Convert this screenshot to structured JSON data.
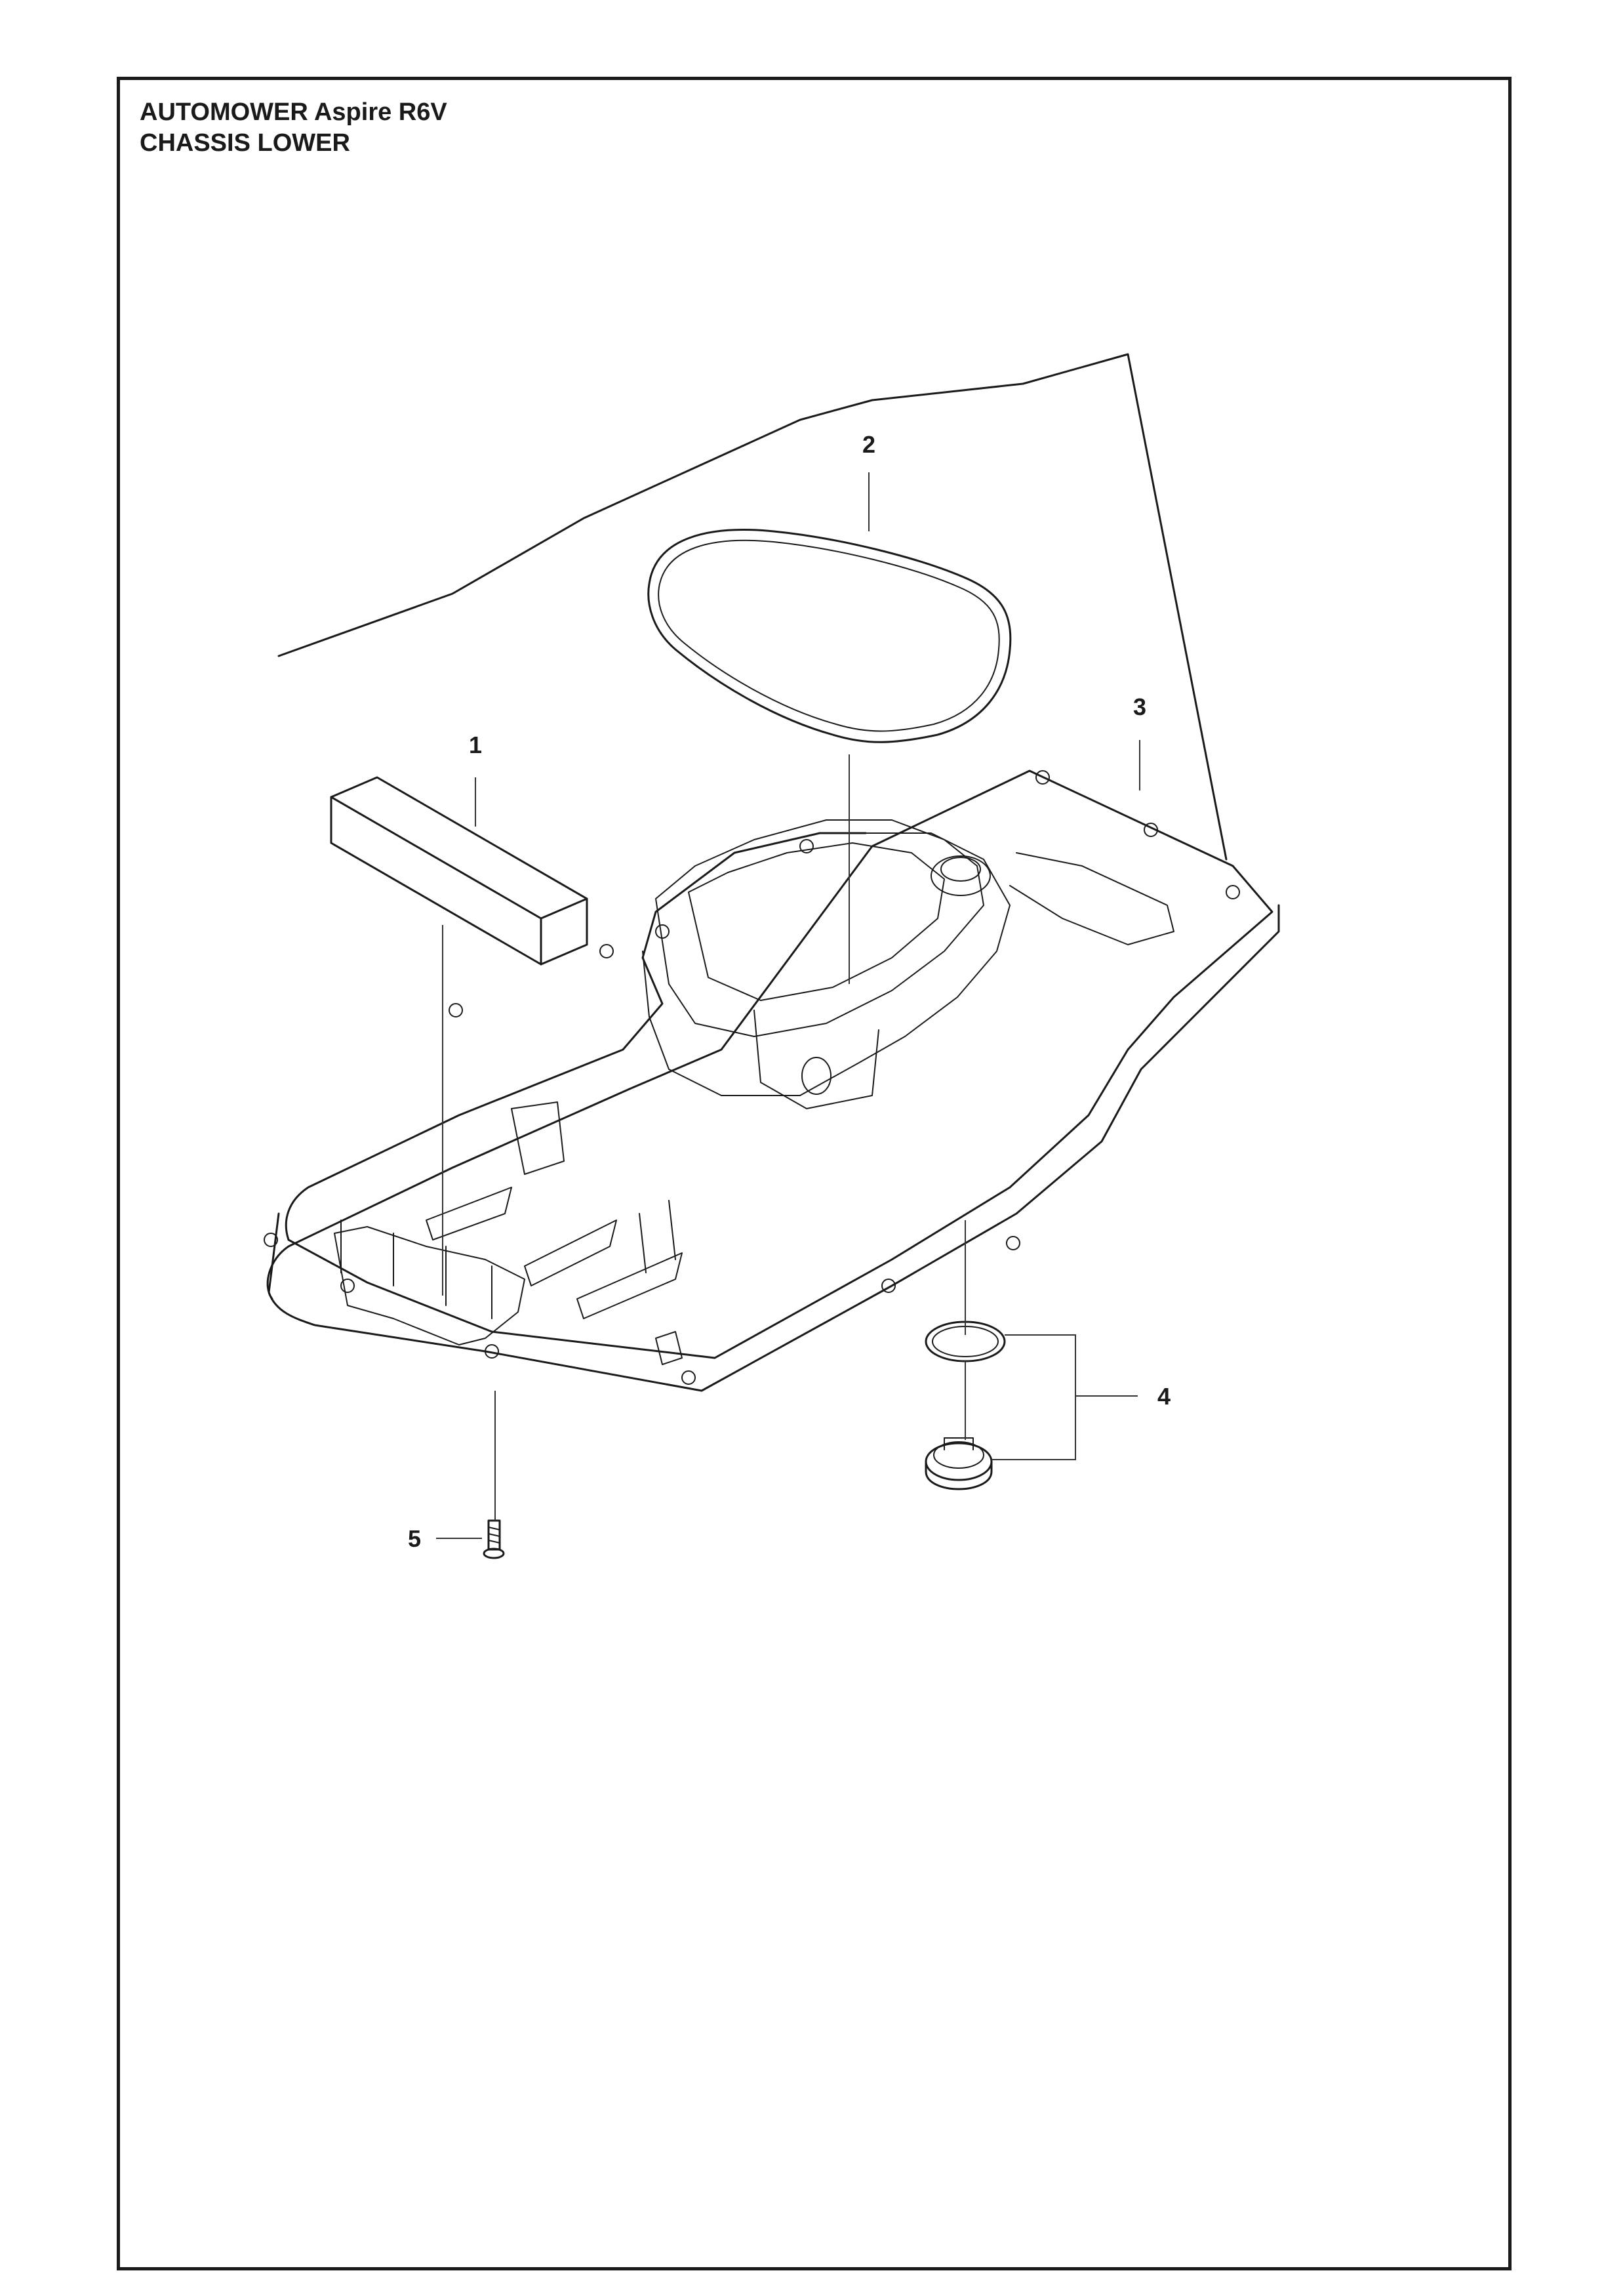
{
  "header": {
    "title_line1": "AUTOMOWER Aspire R6V",
    "title_line2": "CHASSIS LOWER"
  },
  "callouts": [
    {
      "label": "1"
    },
    {
      "label": "2"
    },
    {
      "label": "3"
    },
    {
      "label": "4"
    },
    {
      "label": "5"
    }
  ],
  "colors": {
    "ink": "#1a1a1a",
    "paper": "#ffffff"
  }
}
